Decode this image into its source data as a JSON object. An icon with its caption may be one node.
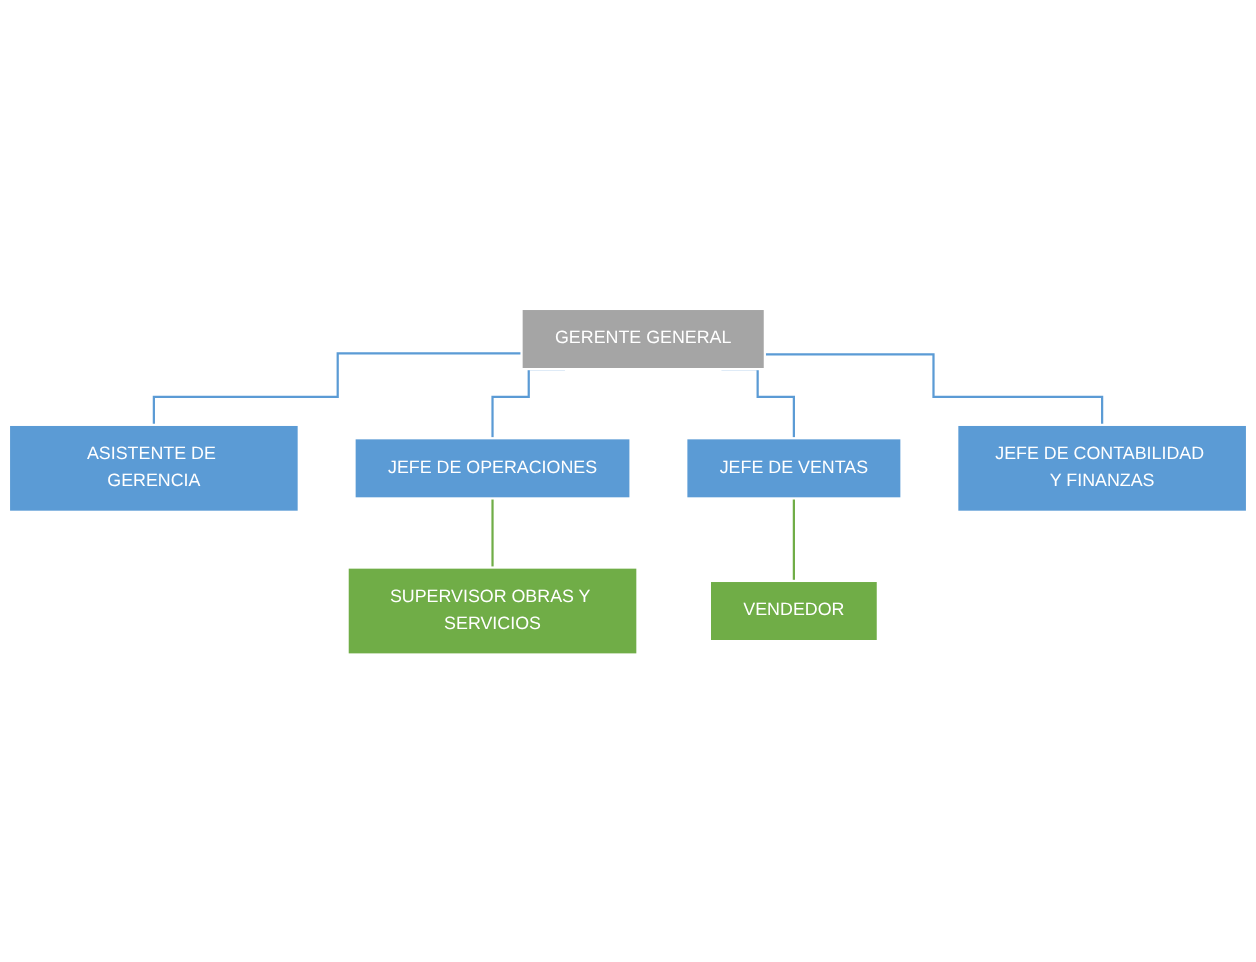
{
  "diagram": {
    "nodes": [
      {
        "text": [
          "GERENTE GENERAL"
        ]
      },
      {
        "text": [
          "ASISTENTE DE GERENCIA"
        ]
      },
      {
        "text": [
          "JEFE DE OPERACIONES"
        ]
      },
      {
        "text": [
          "JEFE DE VENTAS"
        ]
      },
      {
        "text": [
          "JEFE DE CONTABILIDAD Y FINANZAS"
        ]
      },
      {
        "text": [
          "SUPERVISOR OBRAS Y SERVICIOS"
        ]
      },
      {
        "text": [
          "VENDEDOR"
        ]
      }
    ],
    "edges": [
      {
        "from": 0,
        "to": 1,
        "arrow": "none"
      },
      {
        "from": 0,
        "to": 2,
        "arrow": "none"
      },
      {
        "from": 0,
        "to": 3,
        "arrow": "none"
      },
      {
        "from": 0,
        "to": 4,
        "arrow": "none"
      },
      {
        "from": 2,
        "to": 5,
        "arrow": "none",
        "color": "#70ad47"
      },
      {
        "from": 3,
        "to": 6,
        "arrow": "none",
        "color": "#70ad47"
      }
    ]
  }
}
